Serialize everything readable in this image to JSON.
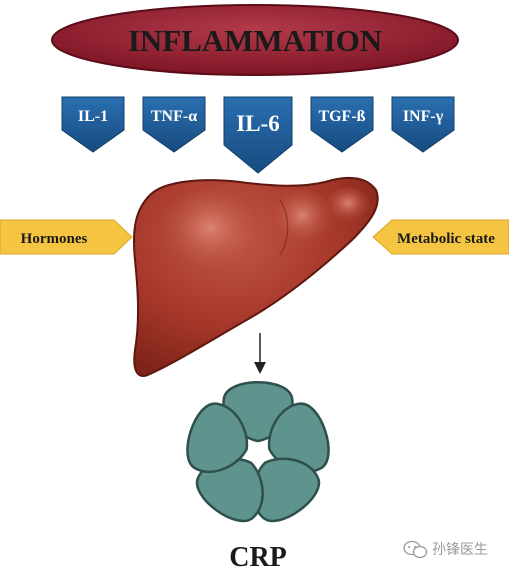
{
  "title": "INFLAMMATION",
  "cytokines": [
    {
      "label": "IL-1"
    },
    {
      "label": "TNF-α"
    },
    {
      "label": "IL-6"
    },
    {
      "label": "TGF-ß"
    },
    {
      "label": "INF-γ"
    }
  ],
  "left_input": "Hormones",
  "right_input": "Metabolic state",
  "product": "CRP",
  "watermark": "孙锋医生",
  "colors": {
    "ellipse": "#8b1a2b",
    "arrow_blue": "#1f5f99",
    "input_arrow": "#f5c542",
    "liver": "#a83a2a",
    "crp": "#5f938e",
    "crp_stroke": "#2e4f4c"
  }
}
